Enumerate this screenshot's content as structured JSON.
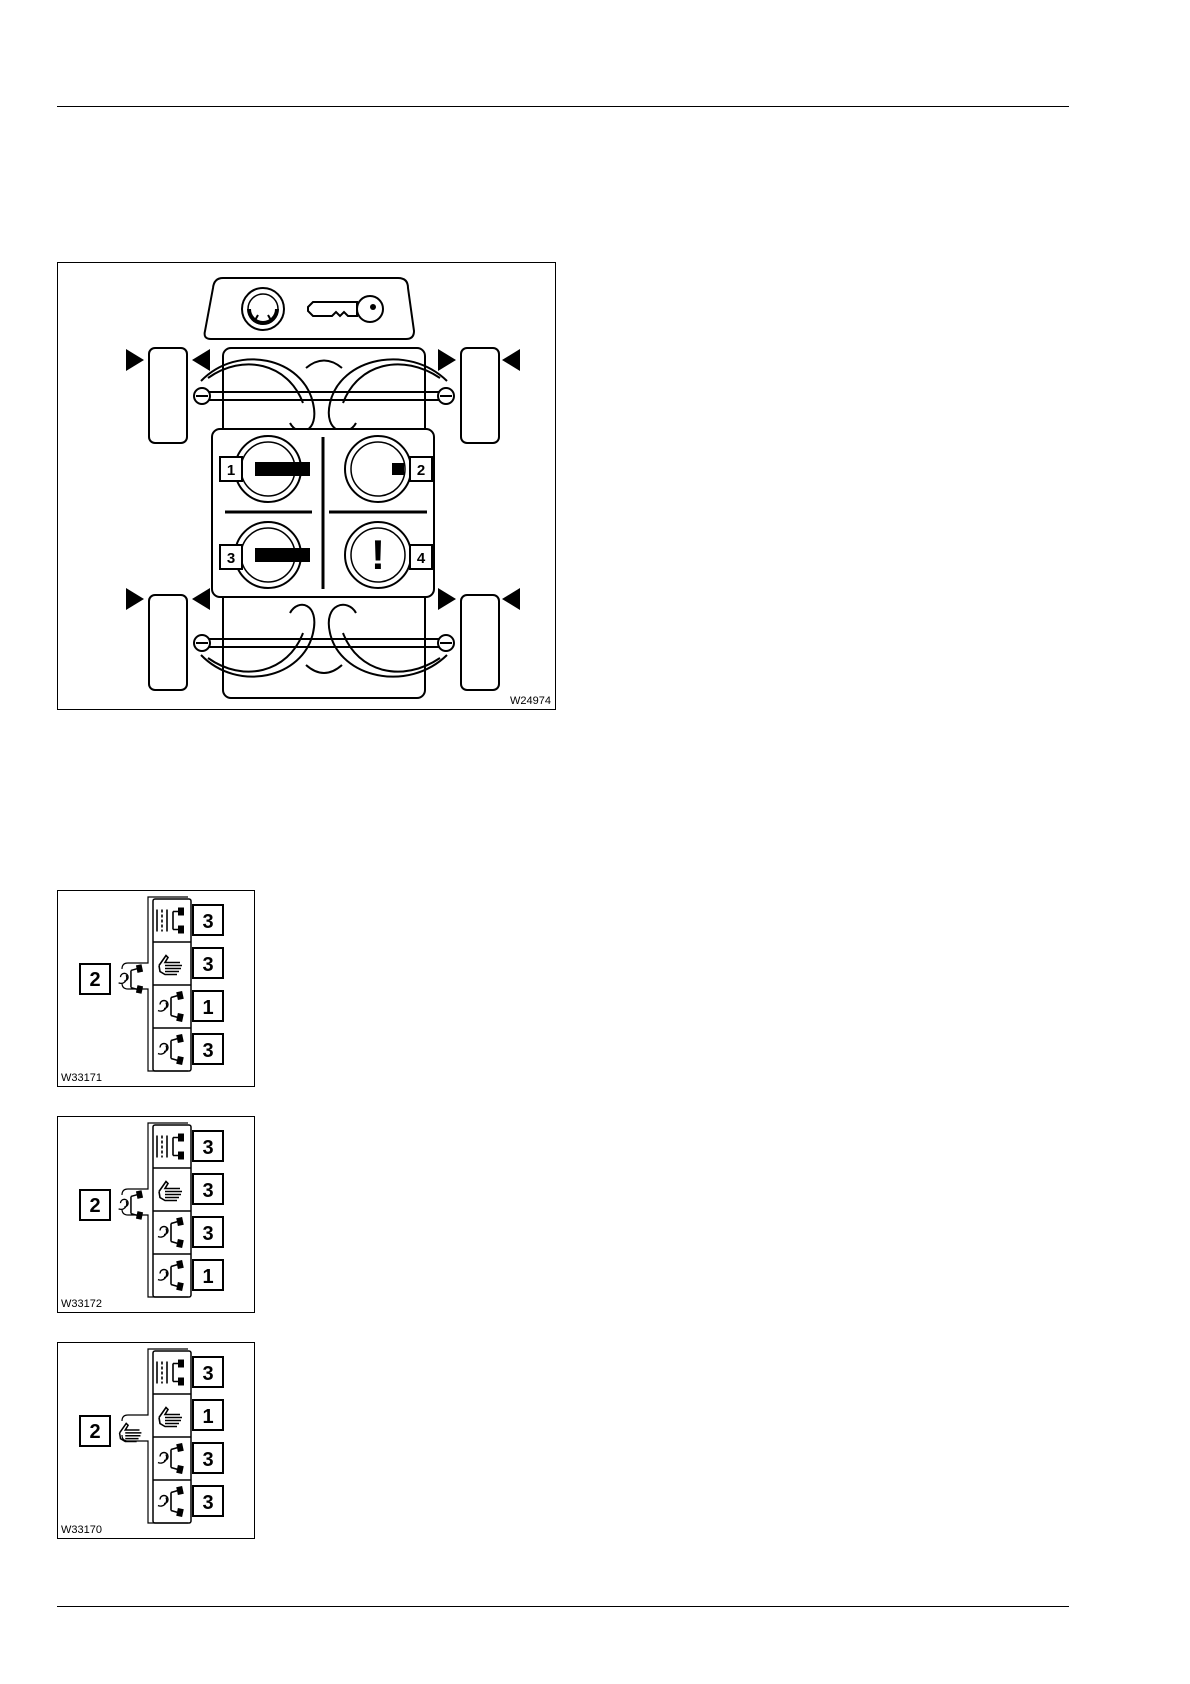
{
  "figure_main": {
    "id_label": "W24974",
    "callouts": [
      "1",
      "2",
      "3",
      "4"
    ],
    "warning_symbol": "!",
    "icons": [
      "steering-wheel-icon",
      "key-icon",
      "wheel-icon",
      "arrow-icon",
      "exclamation-icon"
    ]
  },
  "figure_a": {
    "id_label": "W33171",
    "main_number": "2",
    "main_symbol": "axle-steering-icon",
    "rows": [
      {
        "symbol": "straight-axle-icon",
        "number": "3"
      },
      {
        "symbol": "hand-icon",
        "number": "3"
      },
      {
        "symbol": "axle-steering-icon",
        "number": "1"
      },
      {
        "symbol": "axle-steering-icon",
        "number": "3"
      }
    ]
  },
  "figure_b": {
    "id_label": "W33172",
    "main_number": "2",
    "main_symbol": "axle-steering-icon",
    "rows": [
      {
        "symbol": "straight-axle-icon",
        "number": "3"
      },
      {
        "symbol": "hand-icon",
        "number": "3"
      },
      {
        "symbol": "axle-steering-icon",
        "number": "3"
      },
      {
        "symbol": "axle-steering-icon",
        "number": "1"
      }
    ]
  },
  "figure_c": {
    "id_label": "W33170",
    "main_number": "2",
    "main_symbol": "hand-icon",
    "rows": [
      {
        "symbol": "straight-axle-icon",
        "number": "3"
      },
      {
        "symbol": "hand-icon",
        "number": "1"
      },
      {
        "symbol": "axle-steering-icon",
        "number": "3"
      },
      {
        "symbol": "axle-steering-icon",
        "number": "3"
      }
    ]
  }
}
